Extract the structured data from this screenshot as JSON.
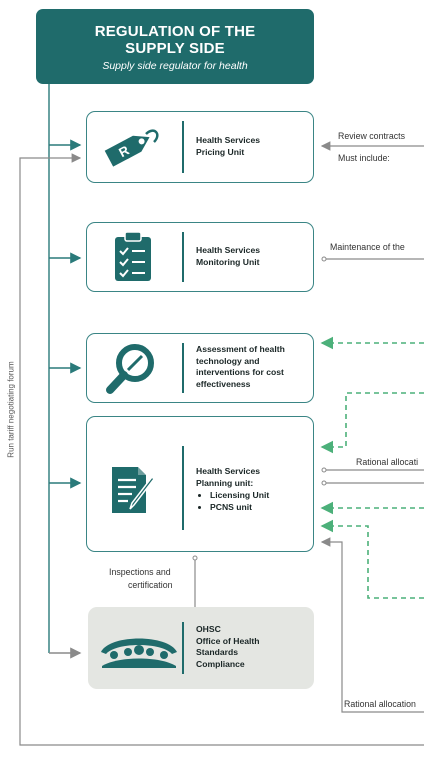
{
  "header": {
    "title_line1": "REGULATION OF THE",
    "title_line2": "SUPPLY SIDE",
    "subtitle": "Supply side regulator for health"
  },
  "boxes": {
    "pricing": {
      "line1": "Health Services",
      "line2": "Pricing Unit",
      "icon": "price-tag-icon"
    },
    "monitoring": {
      "line1": "Health Services",
      "line2": "Monitoring Unit",
      "icon": "clipboard-checklist-icon"
    },
    "assessment": {
      "line1": "Assessment of health",
      "line2": "technology and",
      "line3": "interventions for cost",
      "line4": "effectiveness",
      "icon": "magnifier-icon"
    },
    "planning": {
      "line1": "Health Services",
      "line2": "Planning unit:",
      "items": [
        "Licensing Unit",
        "PCNS unit"
      ],
      "icon": "document-pen-icon"
    },
    "ohsc": {
      "line1": "OHSC",
      "line2": "Office of Health",
      "line3": "Standards",
      "line4": "Compliance",
      "icon": "people-group-icon"
    }
  },
  "notes": {
    "review": "Review contracts",
    "must_include": "Must include:",
    "maintenance": "Maintenance of the",
    "rational1": "Rational allocati",
    "inspections1": "Inspections and",
    "inspections2": "certification",
    "rational2": "Rational allocation"
  },
  "side_label": "Run tariff negotiating forum",
  "colors": {
    "teal_dark": "#1f6b6b",
    "teal_line": "#3a8585",
    "green_dash": "#4cb07a",
    "grey_line": "#8a8a8a",
    "ohsc_bg": "#e4e6e2"
  }
}
